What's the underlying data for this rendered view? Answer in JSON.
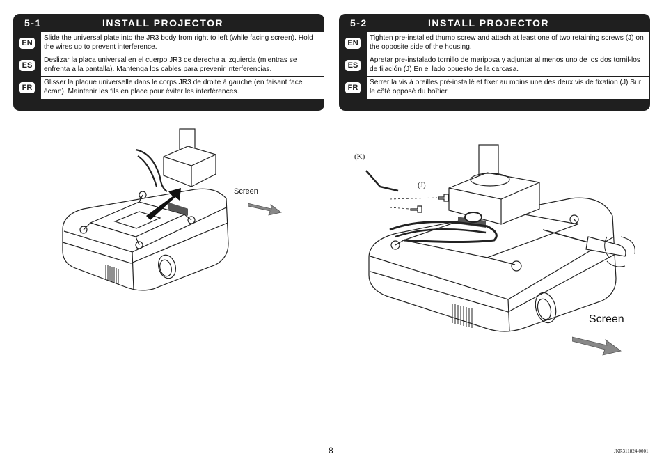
{
  "step1": {
    "number": "5-1",
    "title": "INSTALL PROJECTOR",
    "rows": [
      {
        "lang": "EN",
        "text": "Slide the universal plate into the JR3 body from right to left (while facing screen).  Hold the wires up to prevent interference."
      },
      {
        "lang": "ES",
        "text": "Deslizar la placa universal en el cuerpo JR3 de derecha a izquierda (mientras se enfrenta a la pantalla). Mantenga los cables para prevenir interferencias."
      },
      {
        "lang": "FR",
        "text": "Glisser la plaque universelle dans le corps JR3 de droite à gauche (en faisant face écran). Maintenir les fils en place pour éviter les interférences."
      }
    ],
    "screen_label": "Screen"
  },
  "step2": {
    "number": "5-2",
    "title": "INSTALL PROJECTOR",
    "rows": [
      {
        "lang": "EN",
        "text": "Tighten pre-installed thumb screw and attach at least one of two retaining screws (J) on the opposite side of the housing."
      },
      {
        "lang": "ES",
        "text": "Apretar pre-instalado tornillo de mariposa y adjuntar al menos uno de los dos tornil-los de fijación (J) En el lado opuesto de la carcasa."
      },
      {
        "lang": "FR",
        "text": "Serrer la vis à oreilles pré-installé et fixer au moins une des deux vis de fixation (J) Sur le côté opposé du boîtier."
      }
    ],
    "label_k": "(K)",
    "label_j": "(J)",
    "screen_label": "Screen"
  },
  "footer": {
    "page_number": "8",
    "doc_code": "JKR311824-0001"
  }
}
